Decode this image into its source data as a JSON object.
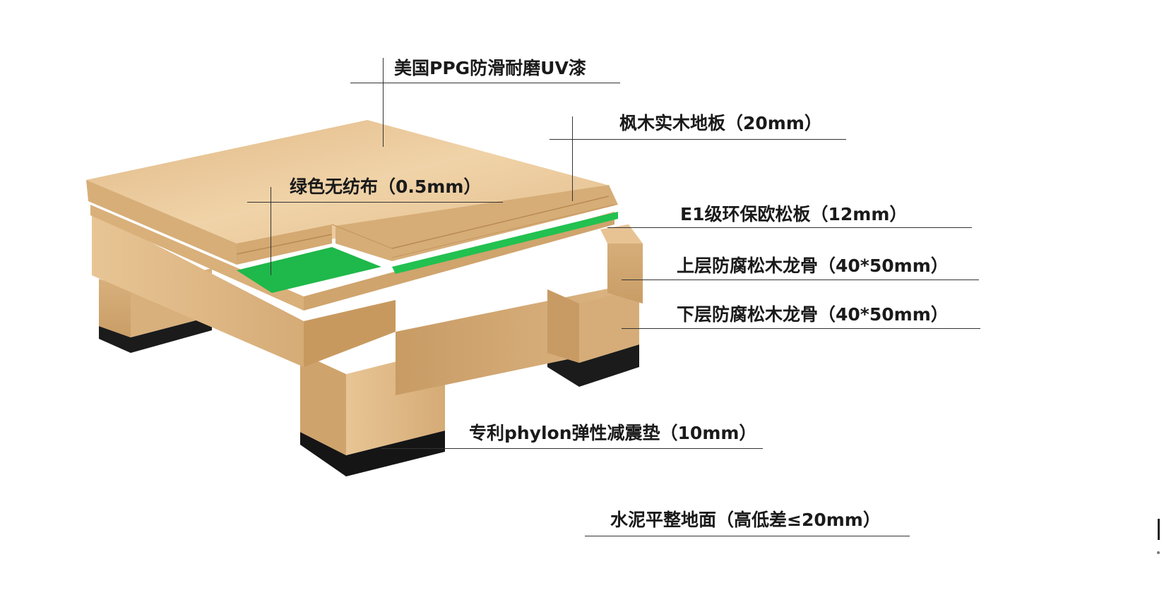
{
  "layers": [
    {
      "id": "uv-coating",
      "label": "美国PPG防滑耐磨UV漆"
    },
    {
      "id": "maple-floor",
      "label": "枫木实木地板（20mm）"
    },
    {
      "id": "nonwoven",
      "label": "绿色无纺布（0.5mm）"
    },
    {
      "id": "osb-board",
      "label": "E1级环保欧松板（12mm）"
    },
    {
      "id": "upper-joist",
      "label": "上层防腐松木龙骨（40*50mm）"
    },
    {
      "id": "lower-joist",
      "label": "下层防腐松木龙骨（40*50mm）"
    },
    {
      "id": "shock-pad",
      "label": "专利phylon弹性减震垫（10mm）"
    },
    {
      "id": "concrete",
      "label": "水泥平整地面（高低差≤20mm）"
    }
  ],
  "colors": {
    "wood_light": "#e9c89b",
    "wood_mid": "#d9b27f",
    "wood_dark": "#c4965f",
    "felt_green": "#1fb84a",
    "rubber_black": "#1b1b1b",
    "line": "#333333",
    "text": "#1a1a1a"
  }
}
